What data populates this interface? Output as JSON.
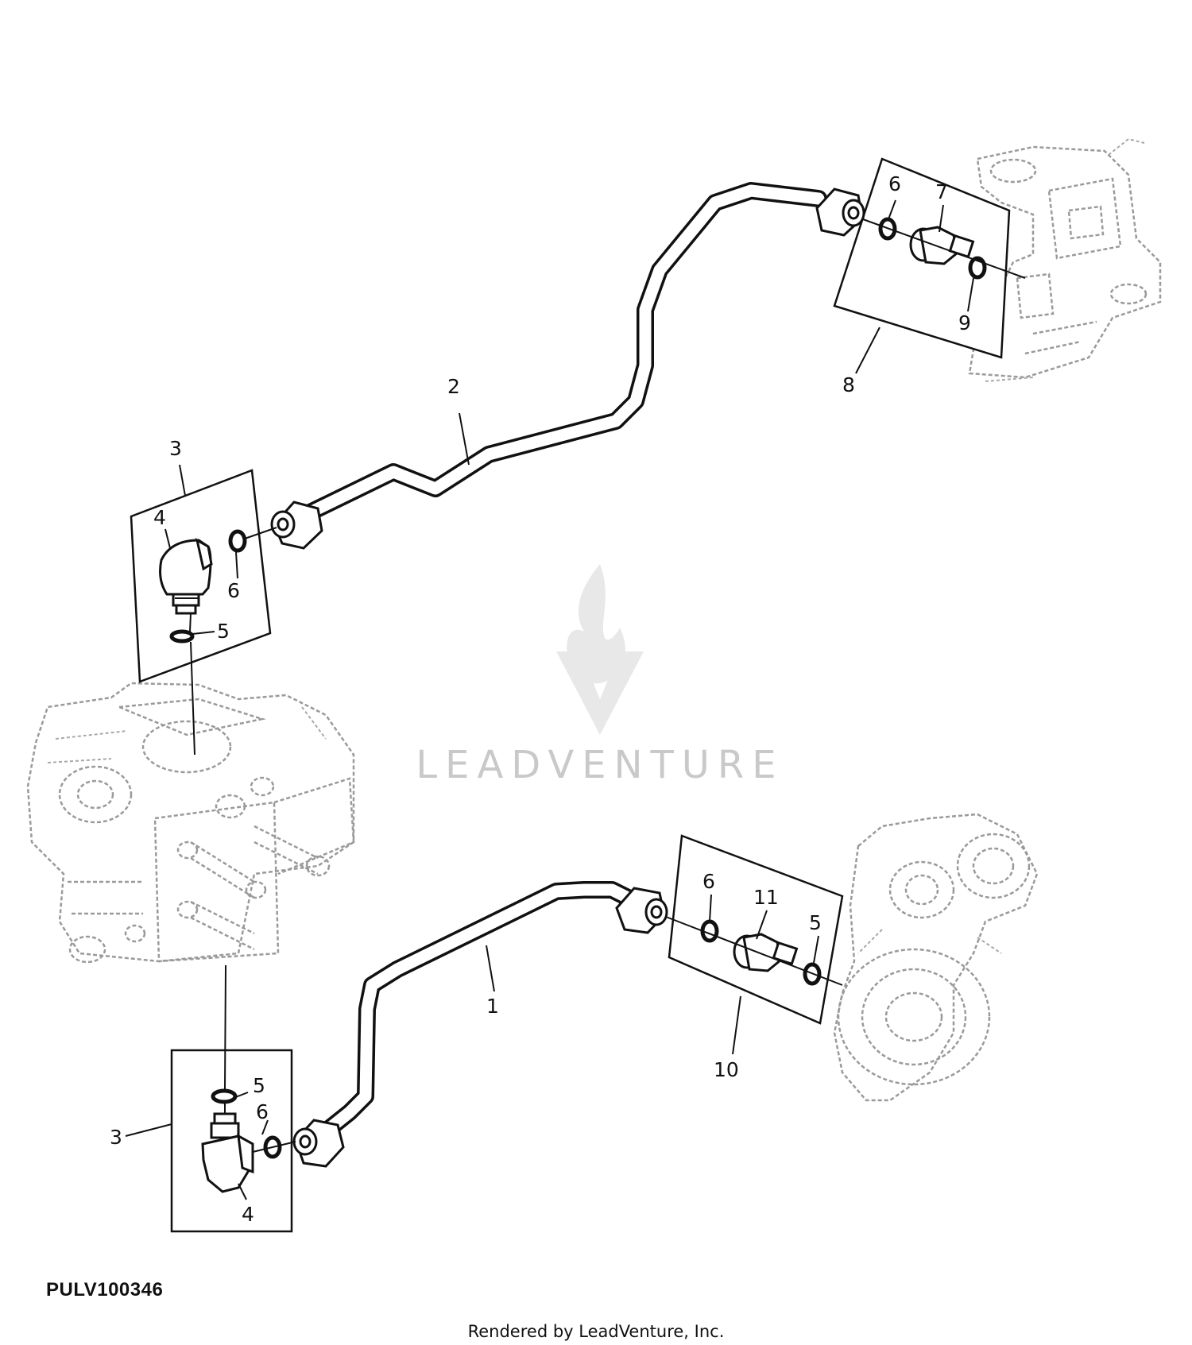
{
  "diagram": {
    "id_code": "PULV100346",
    "credit": "Rendered by LeadVenture, Inc.",
    "watermark": "LEADVENTURE",
    "callouts": {
      "c1": "1",
      "c2": "2",
      "c3_upper": "3",
      "c3_lower": "3",
      "c4_upper": "4",
      "c4_lower": "4",
      "c5_upper": "5",
      "c5_lower_left": "5",
      "c5_right": "5",
      "c6_upper_left": "6",
      "c6_upper_right": "6",
      "c6_lower_left": "6",
      "c6_lower_right": "6",
      "c7": "7",
      "c8": "8",
      "c9": "9",
      "c10": "10",
      "c11": "11"
    }
  }
}
